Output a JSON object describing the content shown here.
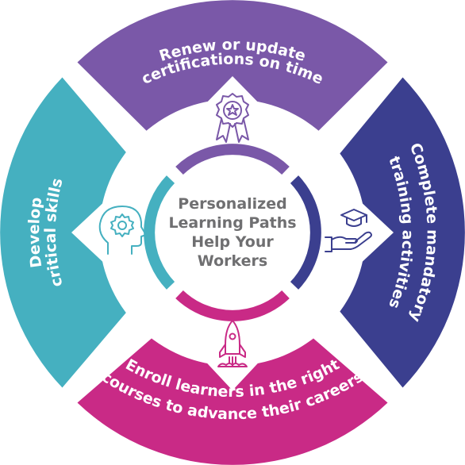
{
  "diagram": {
    "center": {
      "lines": [
        "Personalized",
        "Learning Paths",
        "Help Your",
        "Workers"
      ],
      "color": "#6f6f71"
    },
    "segments": [
      {
        "id": "top",
        "lines": [
          "Renew or update",
          "certifications on time"
        ],
        "color": "#7a58a8",
        "icon": "award-ribbon-icon",
        "icon_color": "#7a58a8"
      },
      {
        "id": "right",
        "lines": [
          "Complete mandatory",
          "training activities"
        ],
        "color": "#3b3f8f",
        "icon": "hand-graduation-cap-icon",
        "icon_color": "#3b3f8f"
      },
      {
        "id": "bottom",
        "lines": [
          "Enroll learners in the right",
          "courses to advance their careers"
        ],
        "color": "#c92a86",
        "icon": "rocket-icon",
        "icon_color": "#c92a86"
      },
      {
        "id": "left",
        "lines": [
          "Develop",
          "critical skills"
        ],
        "color": "#45b0c0",
        "icon": "head-gear-icon",
        "icon_color": "#45b0c0"
      }
    ]
  }
}
